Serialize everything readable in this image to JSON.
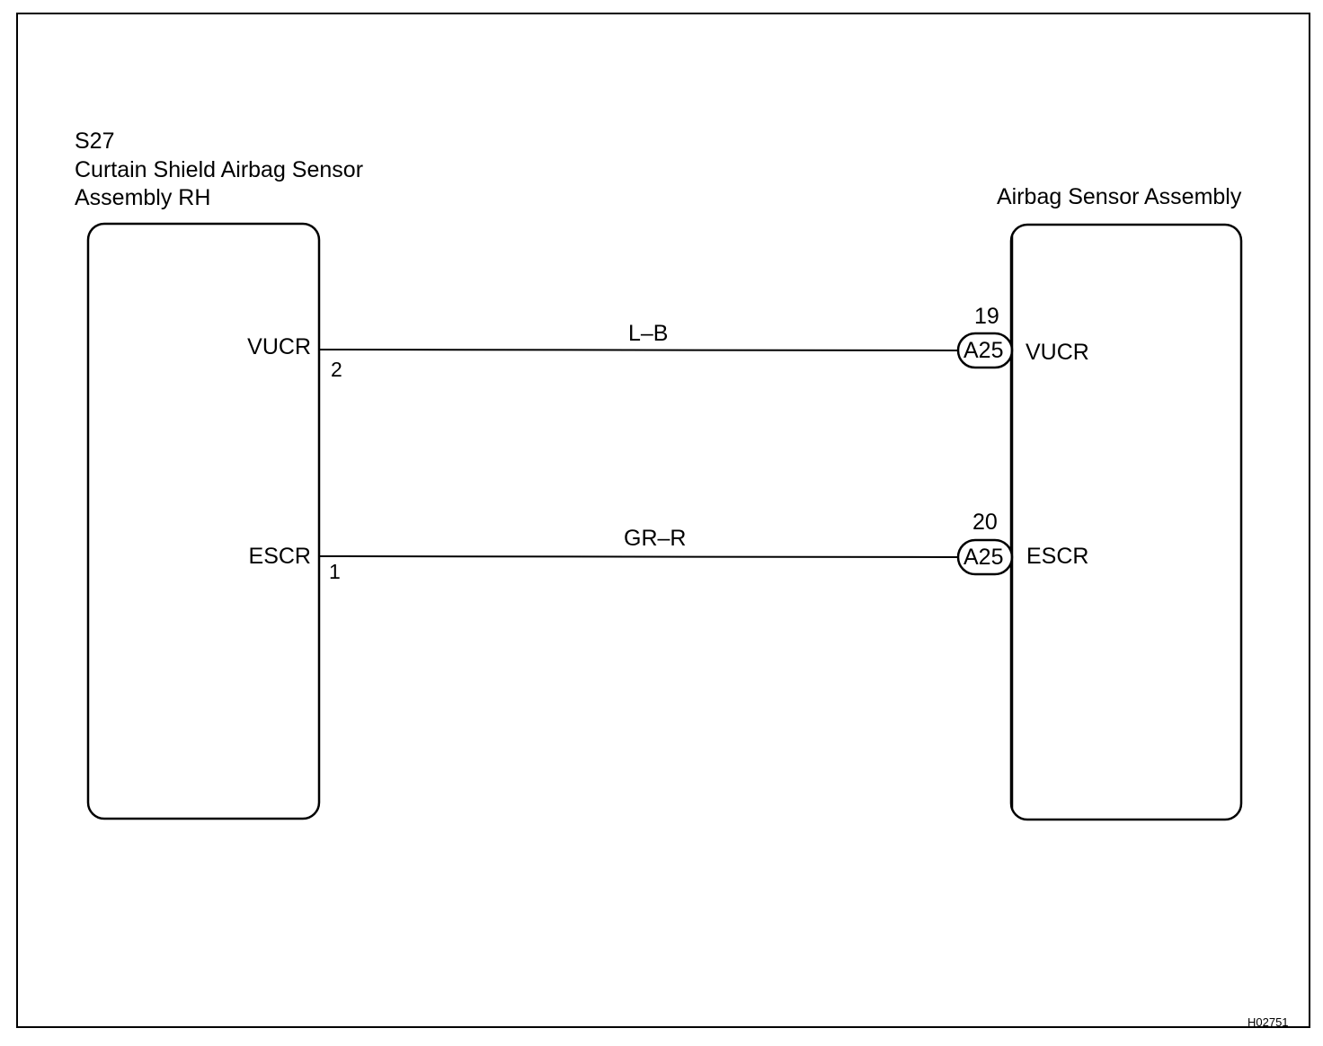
{
  "left_component": {
    "code": "S27",
    "name_line1": "Curtain Shield Airbag Sensor",
    "name_line2": "Assembly RH",
    "pins": [
      {
        "signal": "VUCR",
        "pin": "2"
      },
      {
        "signal": "ESCR",
        "pin": "1"
      }
    ]
  },
  "right_component": {
    "name": "Airbag Sensor Assembly",
    "pins": [
      {
        "signal": "VUCR",
        "pin": "19",
        "connector": "A25"
      },
      {
        "signal": "ESCR",
        "pin": "20",
        "connector": "A25"
      }
    ]
  },
  "wires": [
    {
      "color_code": "L–B"
    },
    {
      "color_code": "GR–R"
    }
  ],
  "figure_id": "H02751"
}
